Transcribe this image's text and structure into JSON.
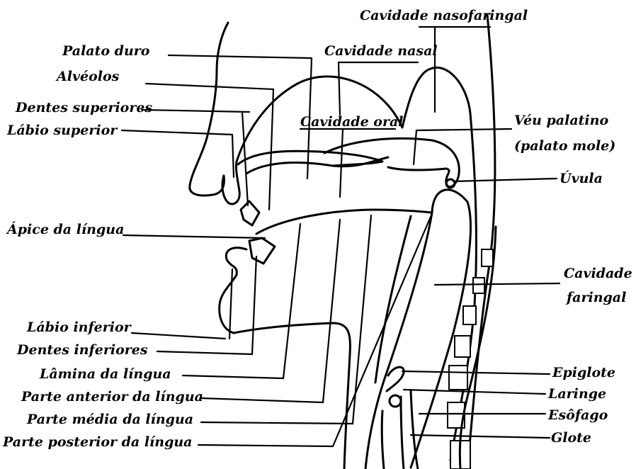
{
  "labels": {
    "cavidade_nasofaringal": "Cavidade nasofaringal",
    "palato_duro": "Palato duro",
    "cavidade_nasal": "Cavidade nasal",
    "alveolos": "Alvéolos",
    "dentes_superiores": "Dentes superiores",
    "cavidade_oral": "Cavidade oral",
    "labio_superior": "Lábio superior",
    "veu_palatino": "Véu palatino",
    "palato_mole": "(palato mole)",
    "uvula": "Úvula",
    "apice_lingua": "Ápice da língua",
    "cavidade_faringal_1": "Cavidade",
    "cavidade_faringal_2": "faringal",
    "labio_inferior": "Lábio inferior",
    "dentes_inferiores": "Dentes inferiores",
    "lamina_lingua": "Lâmina da língua",
    "parte_anterior": "Parte anterior da língua",
    "parte_media": "Parte média da língua",
    "parte_posterior": "Parte posterior da língua",
    "epiglote": "Epiglote",
    "laringe": "Laringe",
    "esofago": "Esôfago",
    "glote": "Glote"
  }
}
